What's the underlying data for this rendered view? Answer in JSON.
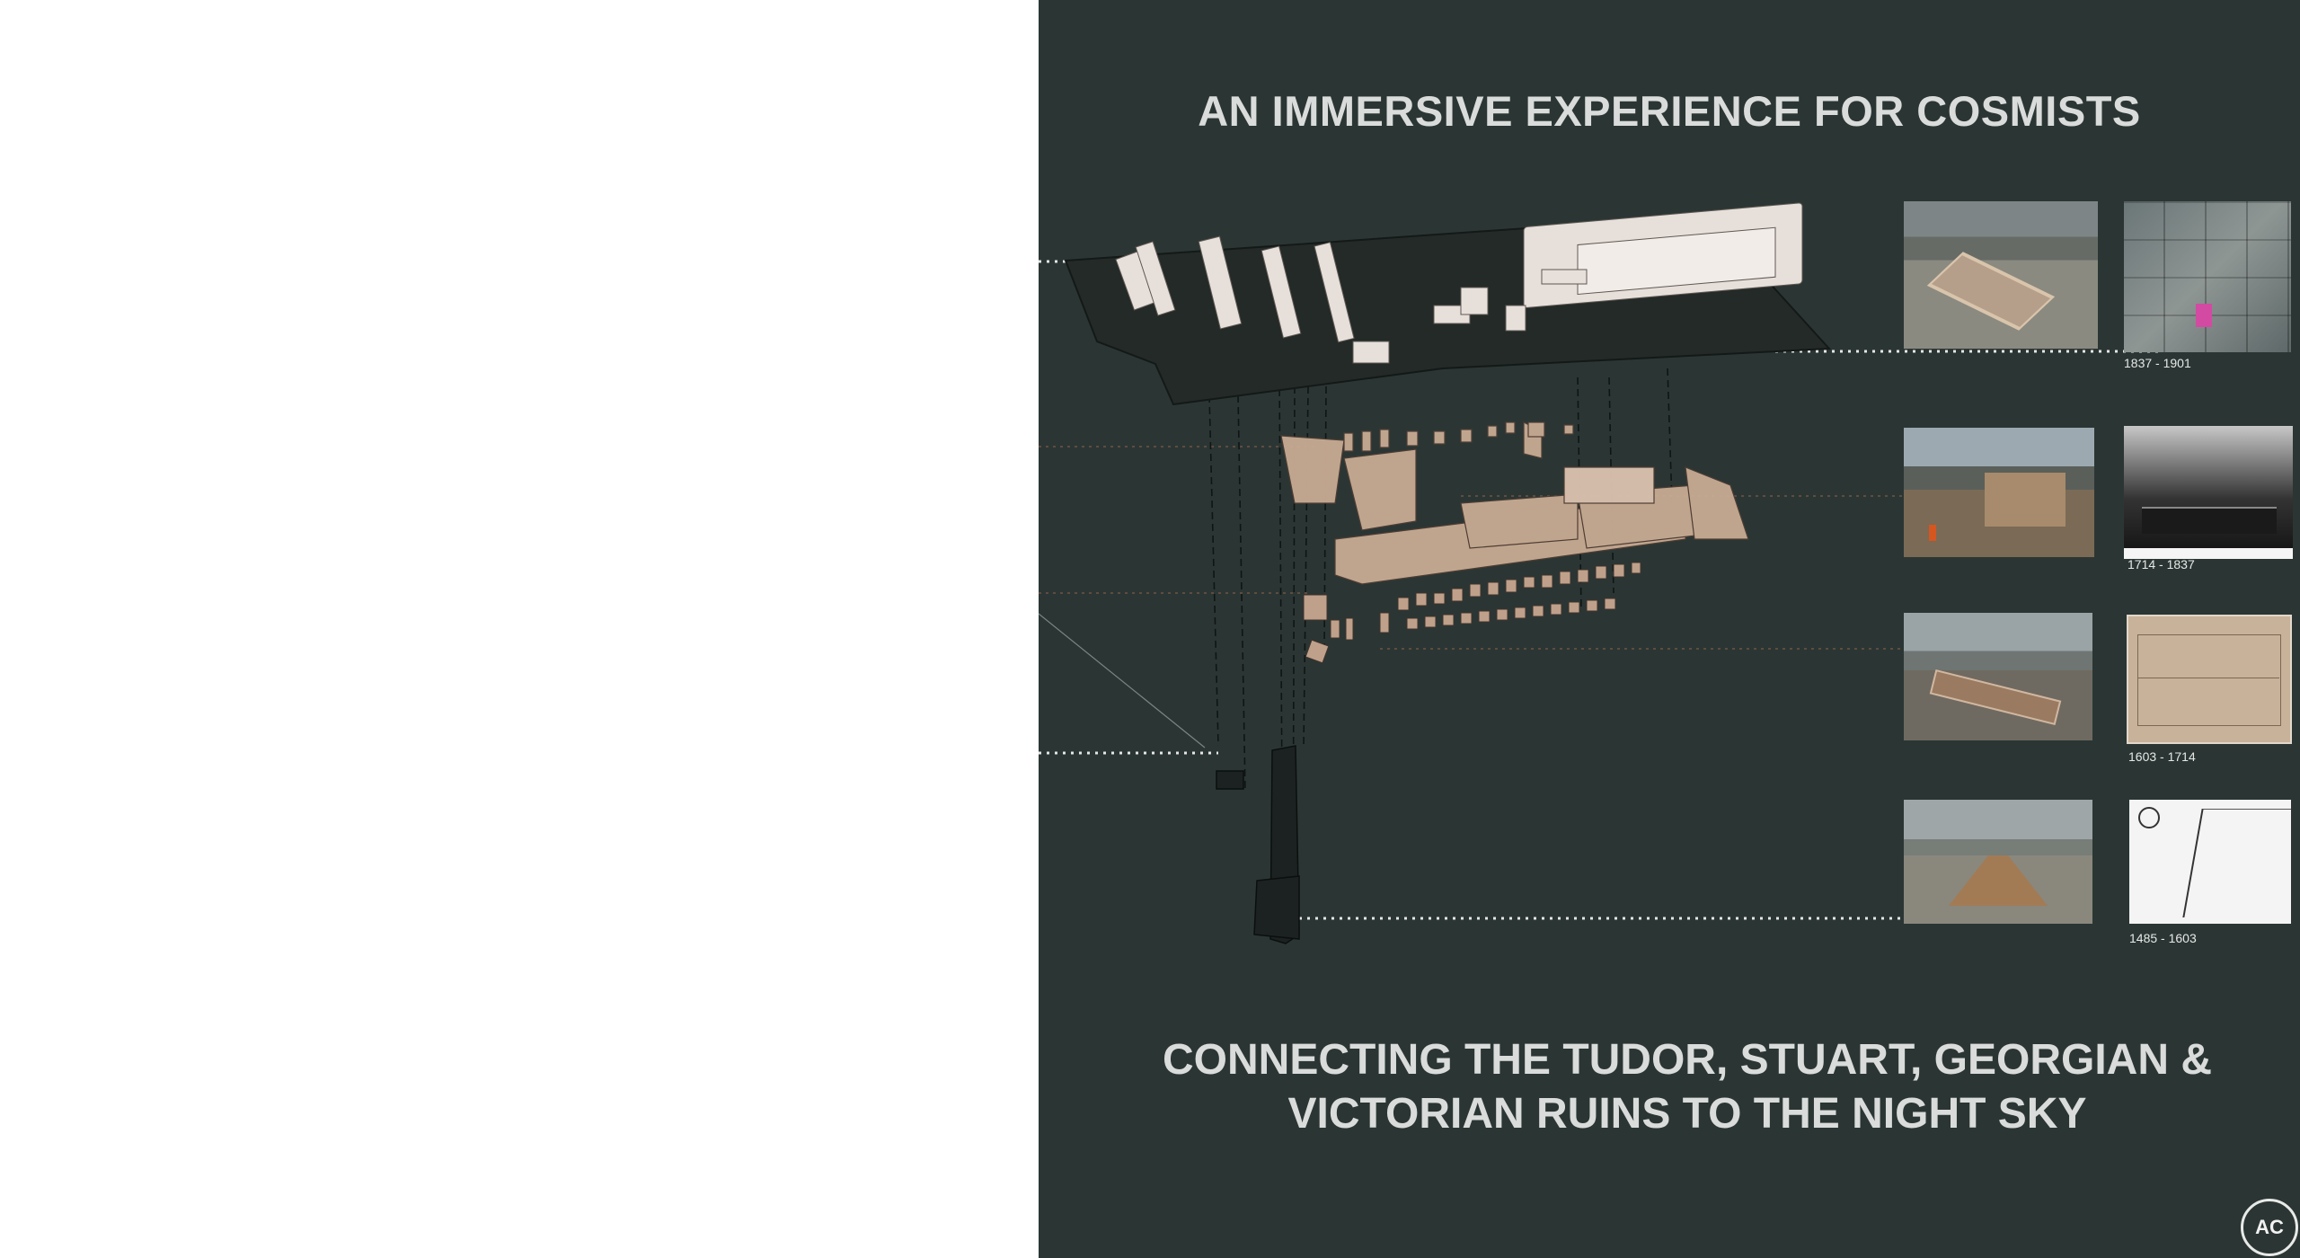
{
  "slide": {
    "title_top": "AN IMMERSIVE EXPERIENCE FOR COSMISTS",
    "title_bottom_line1": "CONNECTING THE TUDOR, STUART, GEORGIAN &",
    "title_bottom_line2": "VICTORIAN RUINS TO THE NIGHT SKY",
    "badge": "AC"
  },
  "periods": [
    {
      "caption": "1837 - 1901"
    },
    {
      "caption": "1714 - 1837"
    },
    {
      "caption": "1603 - 1714"
    },
    {
      "caption": "1485 - 1603"
    }
  ],
  "colors": {
    "background": "#2b3634",
    "text": "#d9dcda",
    "model_tint": "#e8d2c0"
  }
}
